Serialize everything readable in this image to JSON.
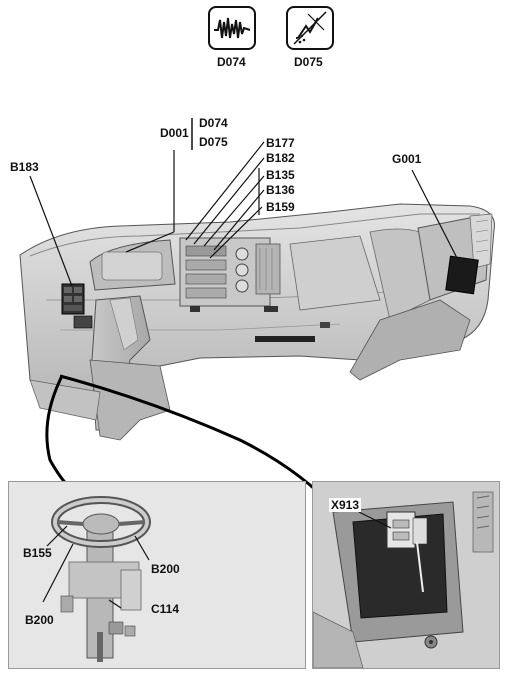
{
  "icons": [
    {
      "code": "D074",
      "icon": "oscillation-wave-icon"
    },
    {
      "code": "D075",
      "icon": "lightning-strike-icon"
    }
  ],
  "callouts": {
    "d001": "D001",
    "d001_sub1": "D074",
    "d001_sub2": "D075",
    "b177": "B177",
    "b182": "B182",
    "b135": "B135",
    "b136": "B136",
    "b159": "B159",
    "b183": "B183",
    "g001": "G001"
  },
  "inset_left": {
    "b155": "B155",
    "b200_right": "B200",
    "b200_left": "B200",
    "c114": "C114"
  },
  "inset_right": {
    "x913": "X913"
  }
}
